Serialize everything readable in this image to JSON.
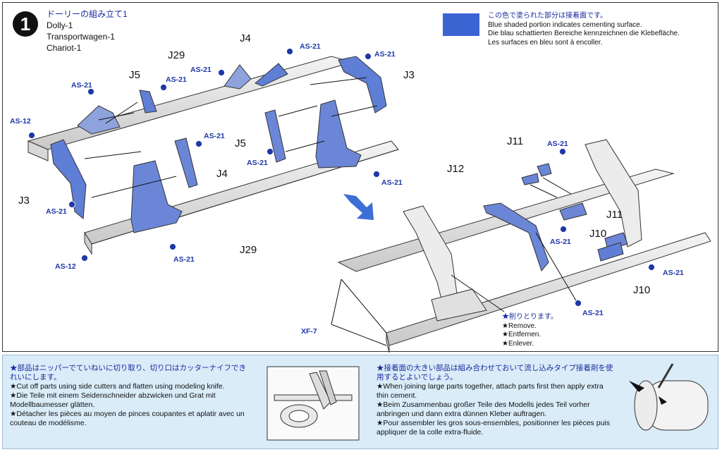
{
  "step": {
    "number": "1",
    "title_jp": "ドーリーの組み立て1",
    "title_en": "Dolly-1",
    "title_de": "Transportwagen-1",
    "title_fr": "Chariot-1"
  },
  "legend": {
    "jp": "この色で塗られた部分は接着面です。",
    "en": "Blue shaded portion indicates cementing surface.",
    "de": "Die blau schattierten Bereiche kennzeichnen die Klebefläche.",
    "fr": "Les surfaces en bleu sont à encoller.",
    "swatch_color": "#3b63d1"
  },
  "parts": {
    "J4": "J4",
    "J5": "J5",
    "J3": "J3",
    "J29": "J29",
    "J11": "J11",
    "J12": "J12",
    "J10": "J10"
  },
  "cements": {
    "as21": "AS-21",
    "as12": "AS-12",
    "xf7": "XF-7"
  },
  "remove": {
    "jp": "★削りとります。",
    "en": "★Remove.",
    "de": "★Entfernen.",
    "fr": "★Enlever."
  },
  "tips": {
    "left": {
      "jp": "★部品はニッパーでていねいに切り取り、切り口はカッターナイフできれいにします。",
      "en": "★Cut off parts using side cutters and flatten using modeling knife.",
      "de": "★Die Teile mit einem Seidenschneider abzwicken und Grat mit Modellbaumesser glätten.",
      "fr": "★Détacher les pièces au moyen de pinces coupantes et aplatir avec un couteau de modélisme."
    },
    "right": {
      "jp": "★接着面の大きい部品は組み合わせておいて流し込みタイプ接着剤を使用するとよいでしょう。",
      "en": "★When joining large parts together, attach parts first then apply extra thin cement.",
      "de": "★Beim Zusammenbau großer Teile des Modells jedes Teil vorher anbringen und dann extra dünnen Kleber auftragen.",
      "fr": "★Pour assembler les gros sous-ensembles, positionner les pièces puis appliquer de la colle extra-fluide."
    }
  }
}
